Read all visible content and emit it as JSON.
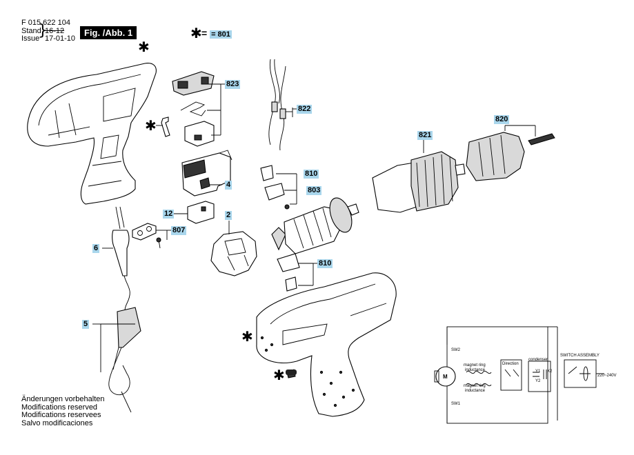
{
  "header": {
    "doc_number": "F 015 622 104",
    "stand_label": "Stand",
    "issue_label": "Issue",
    "old_date": "16-12",
    "new_date": "17-01-10",
    "figure": "Fig. /Abb. 1",
    "star_eq": "= 801"
  },
  "parts": {
    "p823": "823",
    "p822": "822",
    "p820": "820",
    "p821": "821",
    "p810a": "810",
    "p803": "803",
    "p810b": "810",
    "p4": "4",
    "p12": "12",
    "p2": "2",
    "p807": "807",
    "p6": "6",
    "p5": "5"
  },
  "schematic": {
    "sw2": "SW2",
    "sw1": "SW1",
    "magnet1": "magnet ring",
    "inductance1": "inductance",
    "magnet2": "magnet ring",
    "inductance2": "inductance",
    "direction": "Direction",
    "condenser": "condenser",
    "switch_assembly": "SWITCH ASSEMBLY",
    "voltage": "220~240V",
    "y1": "Y1",
    "y2": "Y2",
    "x2": "X2",
    "motor": "M"
  },
  "footer": {
    "line1": "Änderungen vorbehalten",
    "line2": "Modifications reserved",
    "line3": "Modifications reservees",
    "line4": "Salvo modificaciones"
  }
}
